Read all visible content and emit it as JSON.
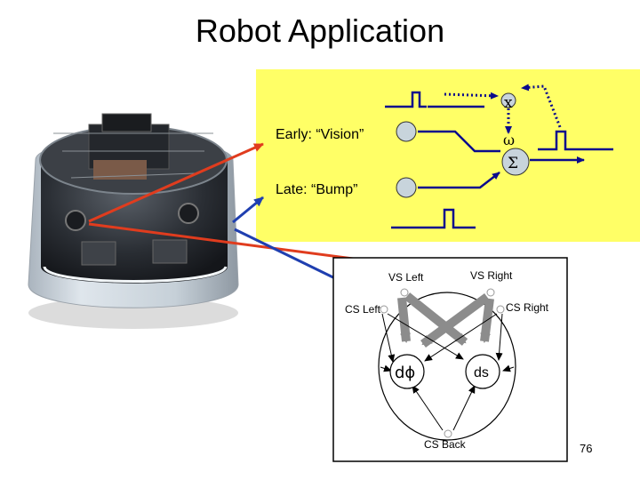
{
  "slide": {
    "title": "Robot Application",
    "page_number": "76"
  },
  "panel": {
    "background_color": "#ffff66",
    "early_label": "Early: “Vision”",
    "late_label": "Late: “Bump”",
    "symbols": {
      "multiply": "x",
      "weight": "ω",
      "sum": "Σ"
    }
  },
  "network": {
    "nodes": {
      "vs_left": "VS Left",
      "vs_right": "VS Right",
      "cs_left": "CS Left",
      "cs_right": "CS Right",
      "d_phi": "dϕ",
      "ds": "ds",
      "cs_back": "CS Back"
    }
  },
  "colors": {
    "early_arrow": "#e03c1e",
    "late_arrow": "#1f3fb0",
    "signal": "#0a0a8c",
    "node_fill": "#c8d4dc",
    "gray_arrow": "#8c8c8c"
  }
}
